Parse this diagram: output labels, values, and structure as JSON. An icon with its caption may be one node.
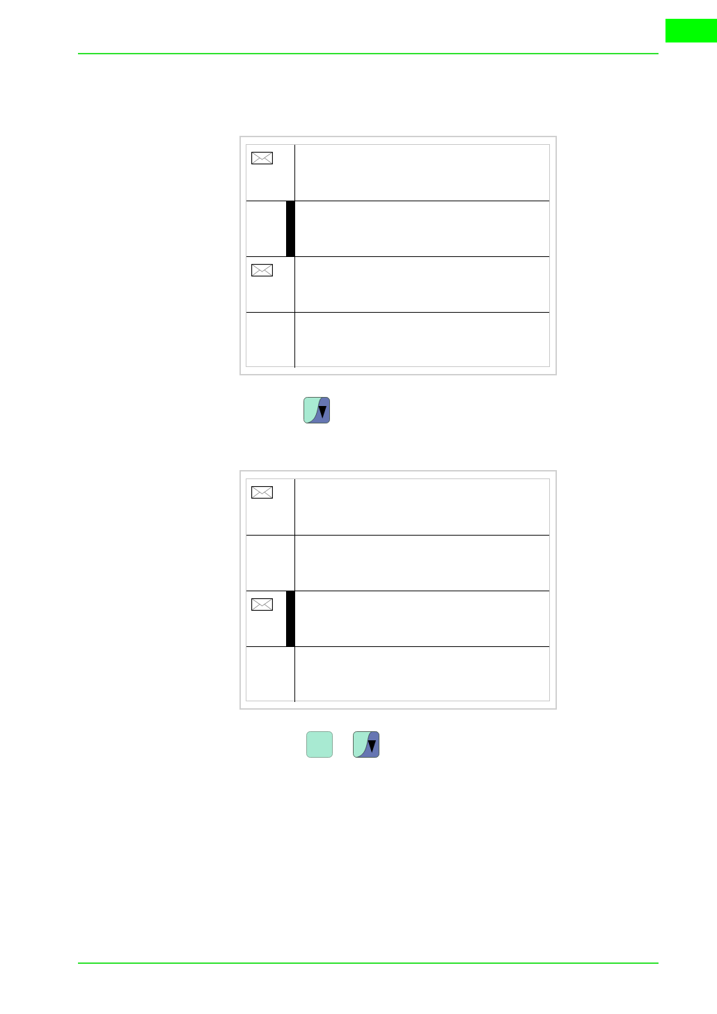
{
  "diagram": {
    "nodes": [
      {
        "text": [],
        "shape": "box"
      },
      {
        "text": [],
        "shape": "box",
        "in": 0
      },
      {
        "text": [],
        "shape": "box",
        "in": 0
      },
      {
        "text": [],
        "shape": "box",
        "in": 0
      },
      {
        "text": [],
        "shape": "box",
        "in": 0
      },
      {
        "text": [],
        "shape": "box"
      },
      {
        "text": [],
        "shape": "box",
        "in": 5
      },
      {
        "text": [],
        "shape": "box",
        "in": 5
      },
      {
        "text": [],
        "shape": "box",
        "in": 5
      },
      {
        "text": [],
        "shape": "box",
        "in": 5
      }
    ]
  }
}
